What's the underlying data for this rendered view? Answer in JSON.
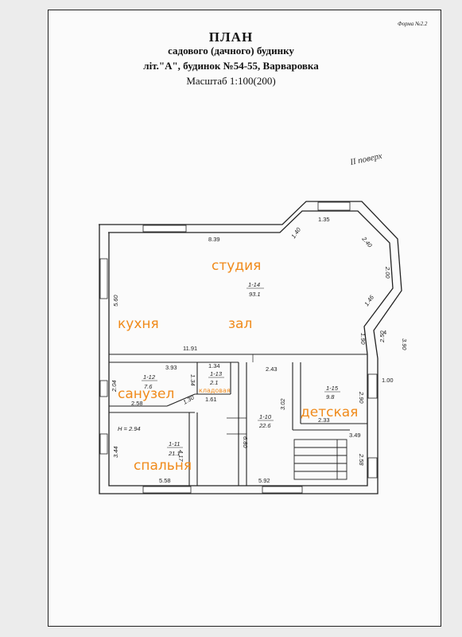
{
  "header": {
    "forma": "Форма №2.2",
    "title": "ПЛАН",
    "subtitle": "садового (дачного) будинку",
    "address": "літ.\"А\", будинок №54-55, Варваровка",
    "scale": "Масштаб 1:100(200)",
    "floor_note": "II поверх"
  },
  "rooms": {
    "studio": "студия",
    "kitchen": "кухня",
    "hall": "зал",
    "bathroom": "санузел",
    "pantry": "кладовая",
    "kids_room": "детская",
    "bedroom": "спальня"
  },
  "room_codes": {
    "studio_code": "1-14",
    "studio_area": "93.1",
    "bath_code": "1-12",
    "bath_area": "7.6",
    "pantry_code": "1-13",
    "pantry_area": "2.1",
    "kids_code": "1-15",
    "kids_area": "9.8",
    "hall_code": "1-10",
    "hall_area": "22.6",
    "bed_code": "1-11",
    "bed_area": "21.1",
    "height": "H = 2.94"
  },
  "dimensions": {
    "top_long": "8.39",
    "bay_top": "1.35",
    "bay_left": "1.40",
    "bay_right": "2.40",
    "bay_side": "2.00",
    "bay_lower": "1.46",
    "studio_left": "5.60",
    "studio_width": "11.91",
    "right_a": "1.90",
    "right_b": "2.50",
    "right_c": "3.90",
    "right_d": "1.00",
    "notch": "4",
    "bath_top": "3.93",
    "bath_left": "2.04",
    "bath_bottom": "2.58",
    "bath_right": "1.34",
    "pantry_top": "1.34",
    "pantry_bottom": "1.61",
    "diag": "1.30",
    "corridor_top": "2.43",
    "hall_side": "6.80",
    "kids_left": "3.02",
    "kids_right": "2.90",
    "kids_bottom": "2.33",
    "stair": "3.49",
    "right_lower": "2.58",
    "bed_left": "3.44",
    "bed_right": "4.17",
    "bed_bottom": "5.58",
    "bottom_right": "5.92"
  }
}
